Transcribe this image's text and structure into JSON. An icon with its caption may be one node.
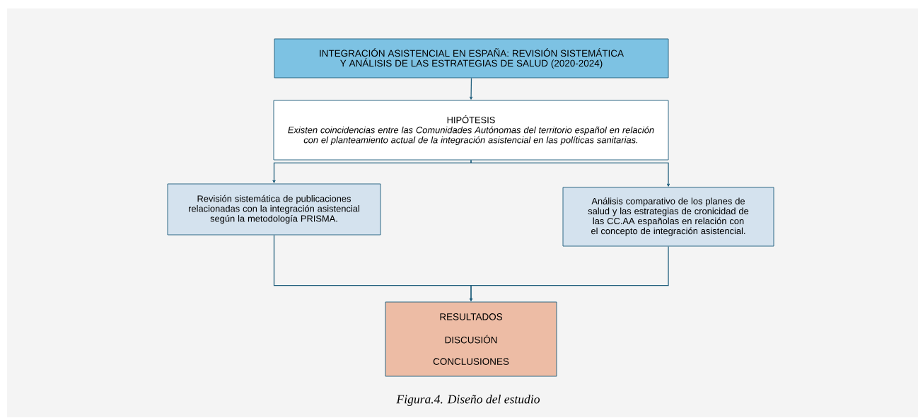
{
  "diagram": {
    "caption": "Figura.4. Diseño del estudio",
    "nodes": [
      {
        "text": [
          "INTEGRACIÓN ASISTENCIAL EN ESPAÑA: REVISIÓN SISTEMÁTICA Y ANÁLISIS DE LAS ESTRATEGIAS DE SALUD (2020-2024)"
        ]
      },
      {
        "text": [
          "HIPÓTESIS",
          "Existen coincidencias entre las Comunidades Autónomas del territorio español en relación con el planteamiento actual de la integración asistencial en las políticas sanitarias."
        ]
      },
      {
        "text": [
          "Revisión sistemática de publicaciones relacionadas con la integración asistencial según la metodología PRISMA."
        ]
      },
      {
        "text": [
          "Análisis comparativo de los planes de salud y las estrategias de cronicidad de las CC.AA españolas en relación con el concepto de integración asistencial."
        ]
      },
      {
        "text": [
          "RESULTADOS",
          "DISCUSIÓN",
          "CONCLUSIONES"
        ]
      }
    ],
    "edges": [
      {
        "from": 0,
        "to": 1,
        "arrow": "to"
      },
      {
        "from": 1,
        "to": 2,
        "arrow": "to"
      },
      {
        "from": 1,
        "to": 3,
        "arrow": "to"
      },
      {
        "from": 2,
        "to": 4,
        "arrow": "to"
      },
      {
        "from": 3,
        "to": 4,
        "arrow": "to"
      }
    ]
  }
}
